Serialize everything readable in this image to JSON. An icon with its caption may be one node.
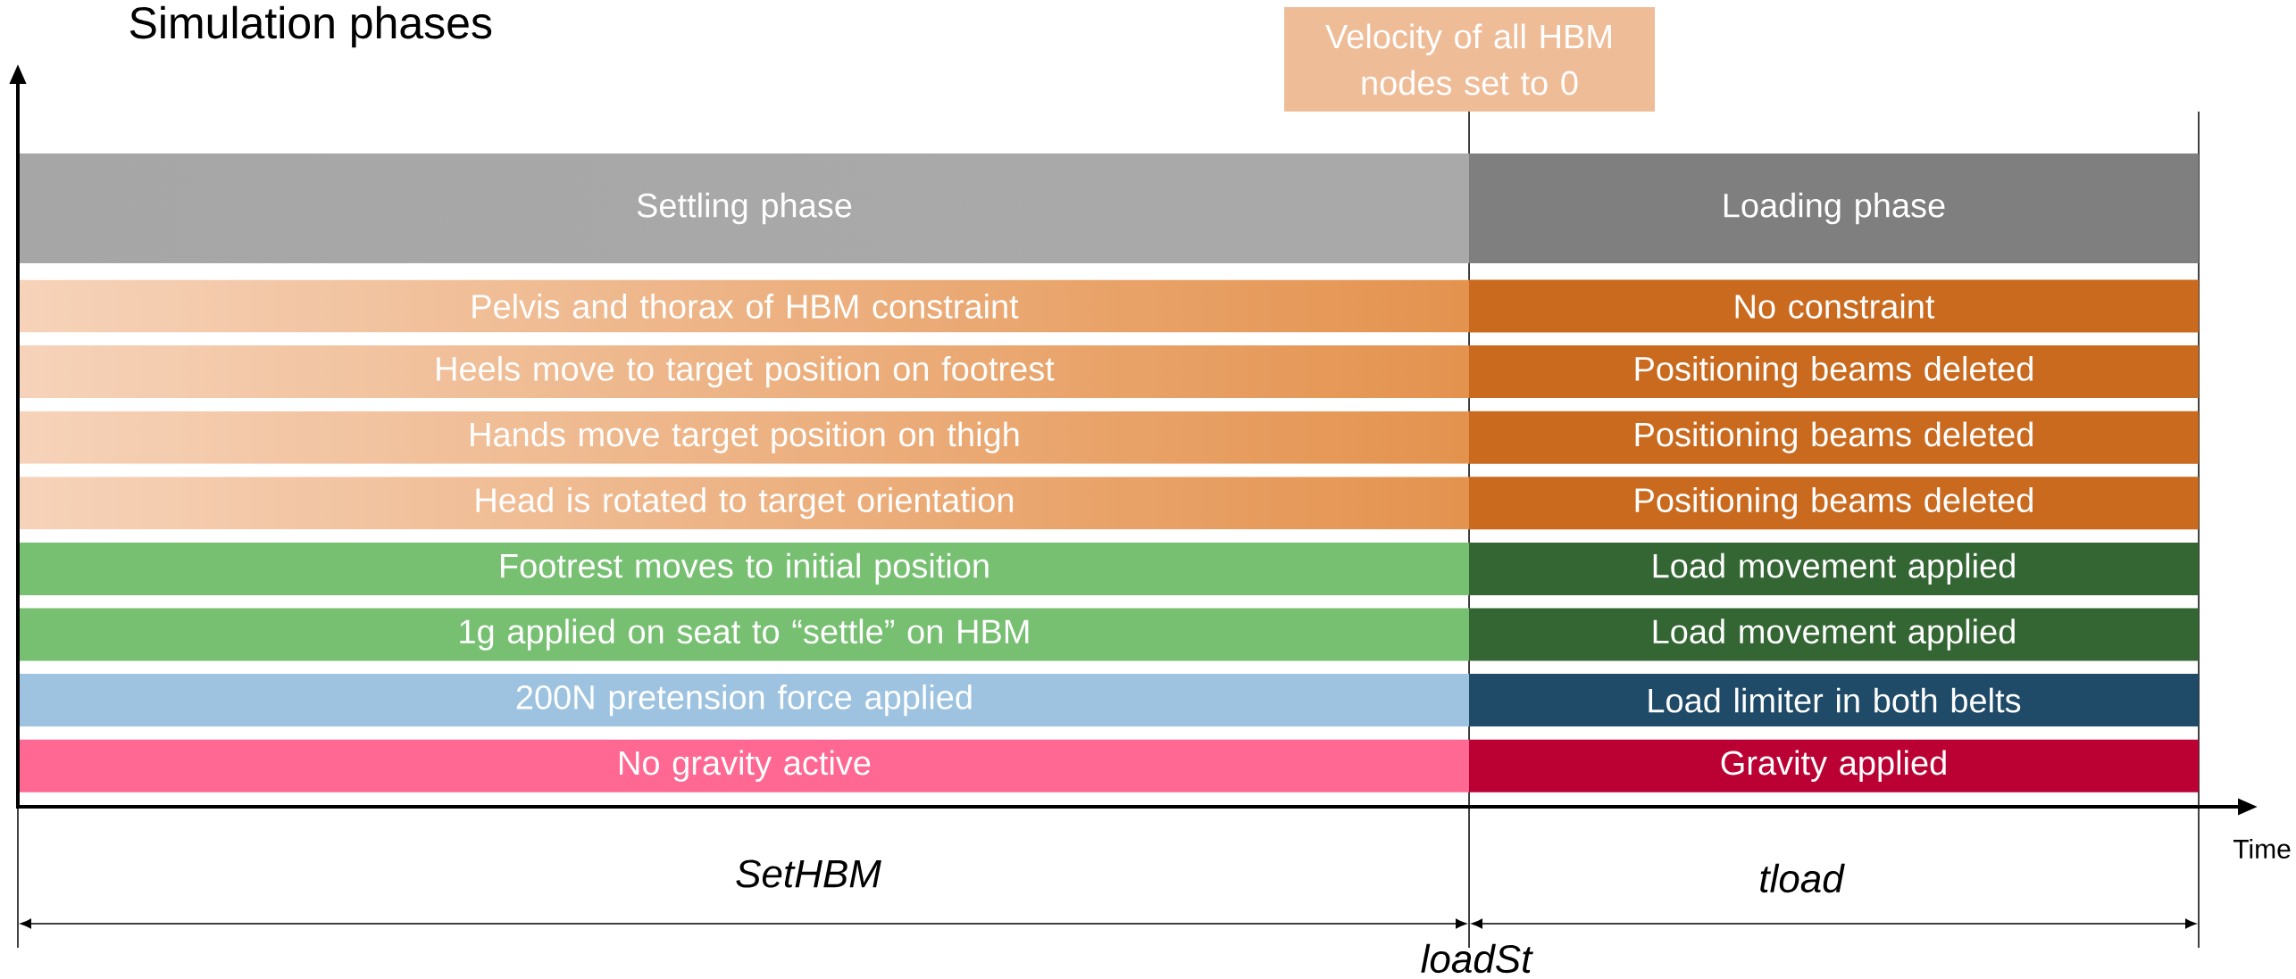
{
  "diagram": {
    "title": "Simulation phases",
    "nodes": [
      {
        "text": [
          "Velocity of all HBM nodes set to 0"
        ]
      },
      {
        "text": [
          "Settling phase"
        ]
      },
      {
        "text": [
          "Loading phase"
        ]
      },
      {
        "text": [
          "Pelvis and thorax of HBM constraint"
        ]
      },
      {
        "text": [
          "No constraint"
        ]
      },
      {
        "text": [
          "Heels move to target position on footrest"
        ]
      },
      {
        "text": [
          "Positioning beams deleted"
        ]
      },
      {
        "text": [
          "Hands move target position on thigh"
        ]
      },
      {
        "text": [
          "Positioning beams deleted"
        ]
      },
      {
        "text": [
          "Head is rotated to target orientation"
        ]
      },
      {
        "text": [
          "Positioning beams deleted"
        ]
      },
      {
        "text": [
          "Footrest moves to initial position"
        ]
      },
      {
        "text": [
          "Load movement applied"
        ]
      },
      {
        "text": [
          "1g applied on seat to “settle” on HBM"
        ]
      },
      {
        "text": [
          "Load movement applied"
        ]
      },
      {
        "text": [
          "200N pretension force applied"
        ]
      },
      {
        "text": [
          "Load limiter in both belts"
        ]
      },
      {
        "text": [
          "No gravity active"
        ]
      },
      {
        "text": [
          "Gravity applied"
        ]
      }
    ],
    "labels": [
      "SetHBM",
      "tload",
      "Time",
      "loadSt"
    ]
  }
}
